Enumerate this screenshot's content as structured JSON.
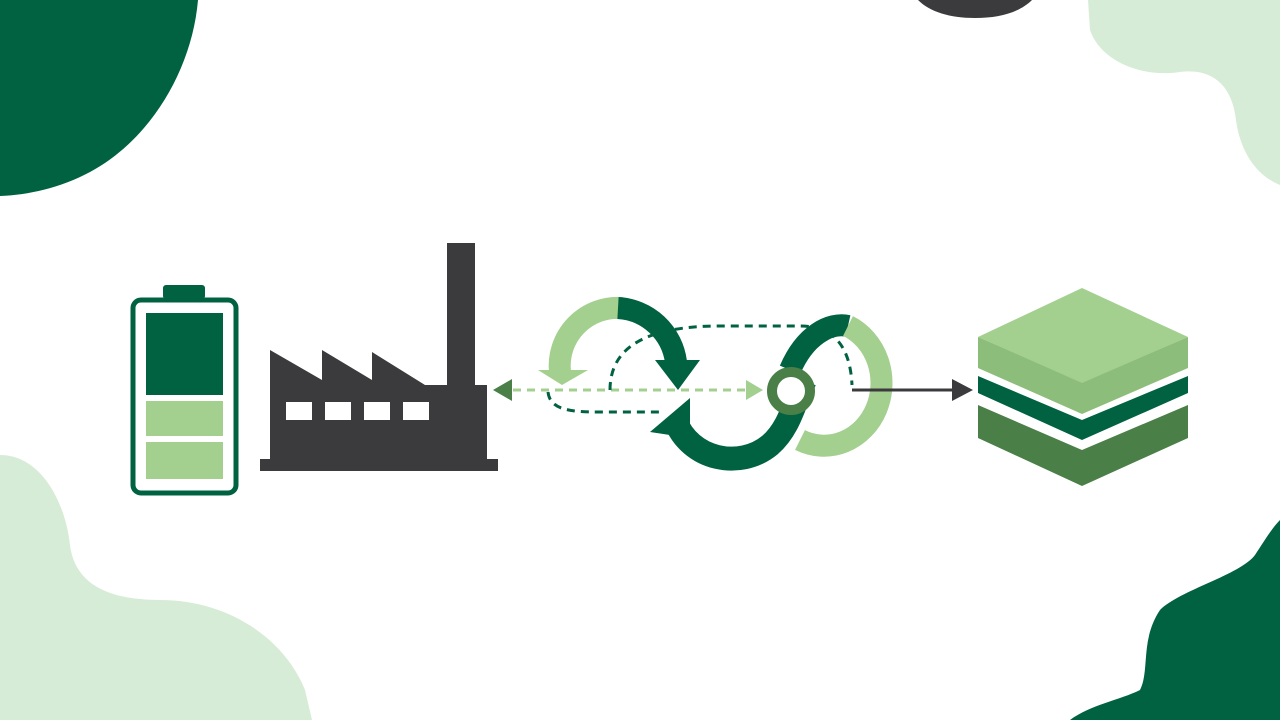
{
  "colors": {
    "dark_green": "#006241",
    "mid_green": "#4a7f47",
    "light_green": "#a3cf8f",
    "pale_green": "#d7ecd6",
    "charcoal": "#3b3a3c",
    "background": "#ffffff"
  },
  "icons": [
    "battery-icon",
    "factory-icon",
    "recycling-loop-icon",
    "layered-material-stack-icon"
  ],
  "battery": {
    "segments": [
      {
        "fill": "dark_green"
      },
      {
        "fill": "light_green"
      },
      {
        "fill": "light_green"
      }
    ]
  },
  "flow": [
    {
      "from": "recycling-loop",
      "to": "factory",
      "style": "solid arrow + dashed line"
    },
    {
      "from": "factory",
      "to": "recycling-loop",
      "style": "dashed"
    },
    {
      "from": "recycling-loop",
      "to": "material-stack",
      "style": "solid arrow"
    }
  ]
}
